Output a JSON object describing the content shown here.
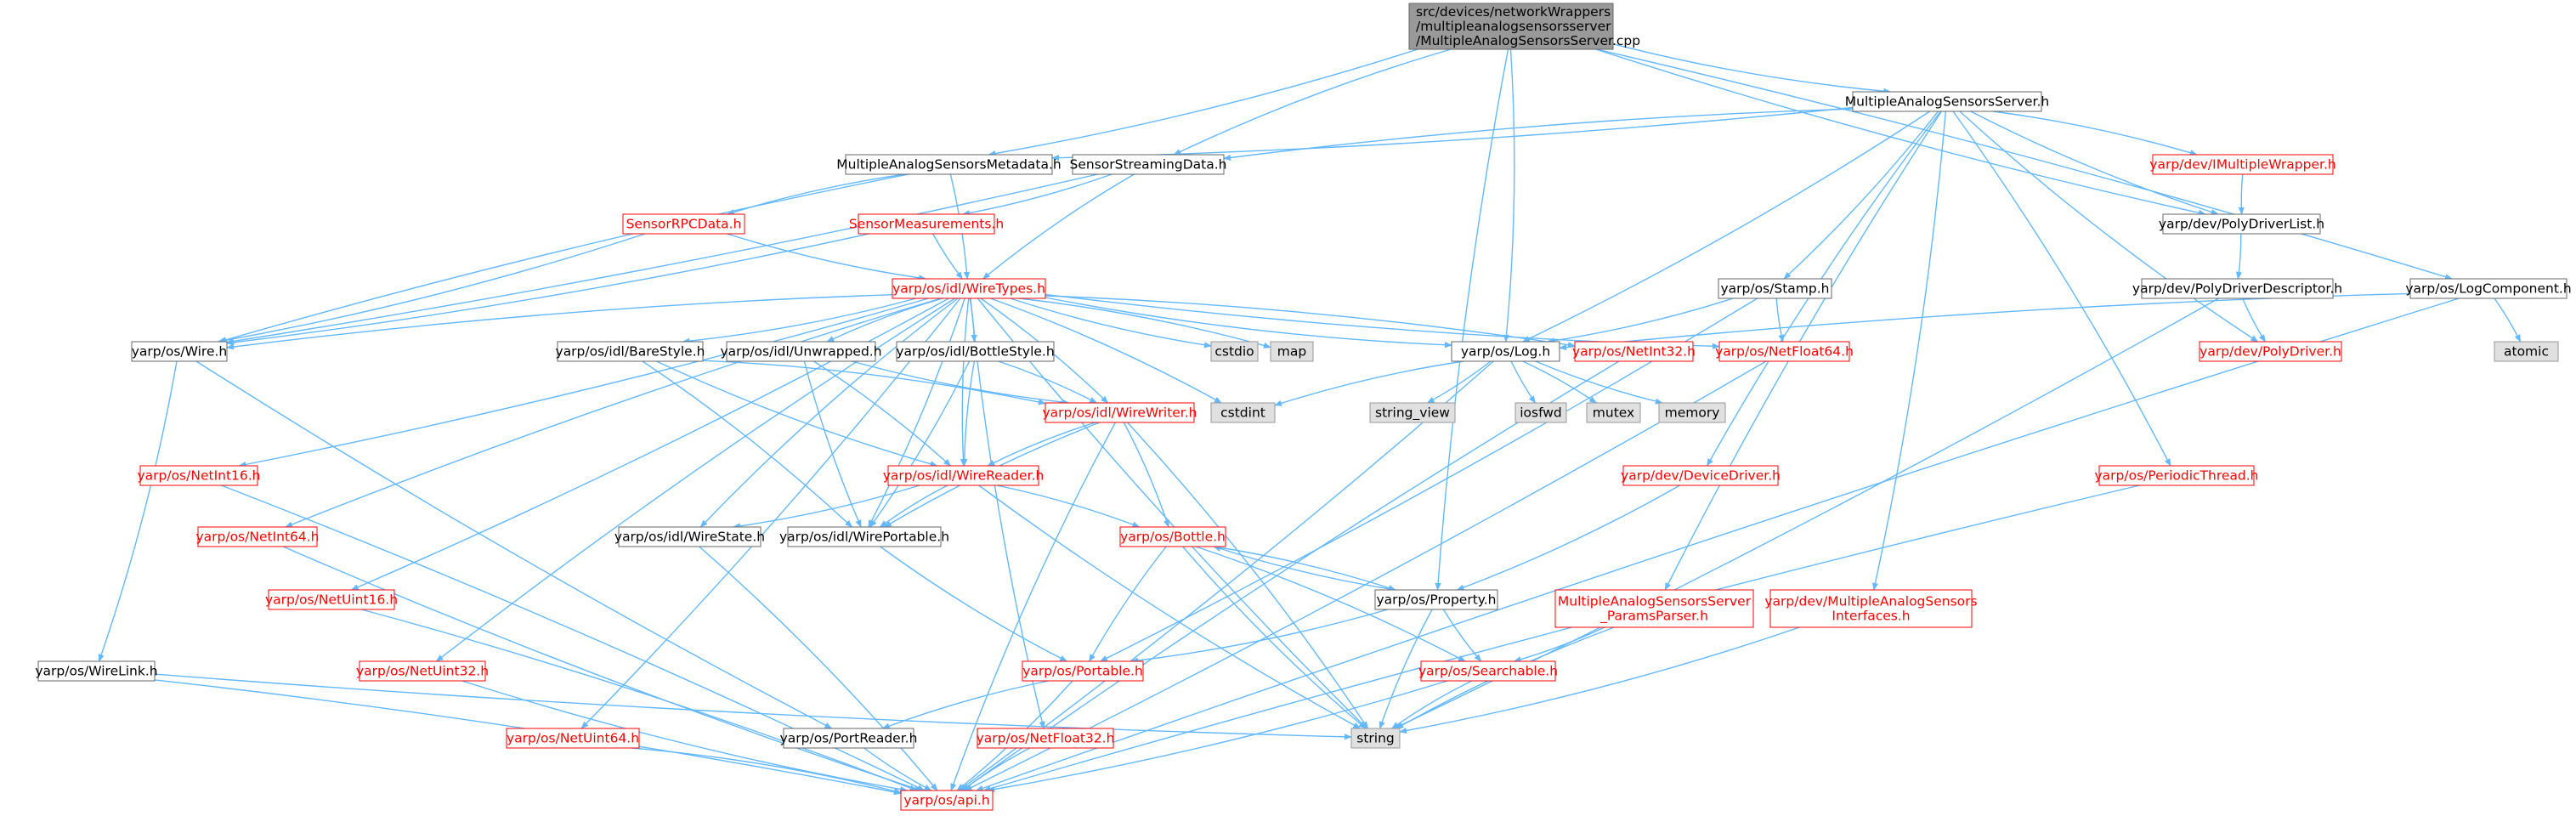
{
  "diagram": {
    "colors": {
      "edge": "#63b8ff",
      "root_fill": "#999999",
      "root_border": "#666666",
      "red_border": "#ff0000",
      "red_text": "#ff0000",
      "normal_border": "#666666",
      "normal_text": "#000000",
      "system_fill": "#e0e0e0",
      "system_border": "#999999",
      "system_text": "#000000",
      "white_fill": "#ffffff"
    },
    "nodes": [
      {
        "id": "root",
        "kind": "root",
        "lines": [
          "src/devices/networkWrappers",
          "/multipleanalogsensorsserver",
          "/MultipleAnalogSensorsServer.cpp"
        ]
      },
      {
        "id": "masserver",
        "kind": "normal",
        "lines": [
          "MultipleAnalogSensorsServer.h"
        ]
      },
      {
        "id": "masmeta",
        "kind": "normal",
        "lines": [
          "MultipleAnalogSensorsMetadata.h"
        ]
      },
      {
        "id": "ssd",
        "kind": "normal",
        "lines": [
          "SensorStreamingData.h"
        ]
      },
      {
        "id": "imw",
        "kind": "red",
        "lines": [
          "yarp/dev/IMultipleWrapper.h"
        ]
      },
      {
        "id": "pdl",
        "kind": "normal",
        "lines": [
          "yarp/dev/PolyDriverList.h"
        ]
      },
      {
        "id": "rpc",
        "kind": "red",
        "lines": [
          "SensorRPCData.h"
        ]
      },
      {
        "id": "meas",
        "kind": "red",
        "lines": [
          "SensorMeasurements.h"
        ]
      },
      {
        "id": "wiretypes",
        "kind": "red",
        "lines": [
          "yarp/os/idl/WireTypes.h"
        ]
      },
      {
        "id": "stamp",
        "kind": "normal",
        "lines": [
          "yarp/os/Stamp.h"
        ]
      },
      {
        "id": "pdd",
        "kind": "normal",
        "lines": [
          "yarp/dev/PolyDriverDescriptor.h"
        ]
      },
      {
        "id": "logcomp",
        "kind": "normal",
        "lines": [
          "yarp/os/LogComponent.h"
        ]
      },
      {
        "id": "wire",
        "kind": "normal",
        "lines": [
          "yarp/os/Wire.h"
        ]
      },
      {
        "id": "barestyle",
        "kind": "normal",
        "lines": [
          "yarp/os/idl/BareStyle.h"
        ]
      },
      {
        "id": "unwrapped",
        "kind": "normal",
        "lines": [
          "yarp/os/idl/Unwrapped.h"
        ]
      },
      {
        "id": "bottlestyle",
        "kind": "normal",
        "lines": [
          "yarp/os/idl/BottleStyle.h"
        ]
      },
      {
        "id": "cstdio",
        "kind": "system",
        "lines": [
          "cstdio"
        ]
      },
      {
        "id": "map",
        "kind": "system",
        "lines": [
          "map"
        ]
      },
      {
        "id": "log",
        "kind": "normal",
        "lines": [
          "yarp/os/Log.h"
        ]
      },
      {
        "id": "netint32",
        "kind": "red",
        "lines": [
          "yarp/os/NetInt32.h"
        ]
      },
      {
        "id": "netfloat64",
        "kind": "red",
        "lines": [
          "yarp/os/NetFloat64.h"
        ]
      },
      {
        "id": "polydriver",
        "kind": "red",
        "lines": [
          "yarp/dev/PolyDriver.h"
        ]
      },
      {
        "id": "atomic",
        "kind": "system",
        "lines": [
          "atomic"
        ]
      },
      {
        "id": "wirewriter",
        "kind": "red",
        "lines": [
          "yarp/os/idl/WireWriter.h"
        ]
      },
      {
        "id": "cstdint",
        "kind": "system",
        "lines": [
          "cstdint"
        ]
      },
      {
        "id": "string_view",
        "kind": "system",
        "lines": [
          "string_view"
        ]
      },
      {
        "id": "iosfwd",
        "kind": "system",
        "lines": [
          "iosfwd"
        ]
      },
      {
        "id": "mutex",
        "kind": "system",
        "lines": [
          "mutex"
        ]
      },
      {
        "id": "memory",
        "kind": "system",
        "lines": [
          "memory"
        ]
      },
      {
        "id": "netint16",
        "kind": "red",
        "lines": [
          "yarp/os/NetInt16.h"
        ]
      },
      {
        "id": "wirereader",
        "kind": "red",
        "lines": [
          "yarp/os/idl/WireReader.h"
        ]
      },
      {
        "id": "devdriver",
        "kind": "red",
        "lines": [
          "yarp/dev/DeviceDriver.h"
        ]
      },
      {
        "id": "periodic",
        "kind": "red",
        "lines": [
          "yarp/os/PeriodicThread.h"
        ]
      },
      {
        "id": "netint64",
        "kind": "red",
        "lines": [
          "yarp/os/NetInt64.h"
        ]
      },
      {
        "id": "wirestate",
        "kind": "normal",
        "lines": [
          "yarp/os/idl/WireState.h"
        ]
      },
      {
        "id": "wireportable",
        "kind": "normal",
        "lines": [
          "yarp/os/idl/WirePortable.h"
        ]
      },
      {
        "id": "bottle",
        "kind": "red",
        "lines": [
          "yarp/os/Bottle.h"
        ]
      },
      {
        "id": "netuint16",
        "kind": "red",
        "lines": [
          "yarp/os/NetUint16.h"
        ]
      },
      {
        "id": "property",
        "kind": "normal",
        "lines": [
          "yarp/os/Property.h"
        ]
      },
      {
        "id": "paramsparser",
        "kind": "red",
        "lines": [
          "MultipleAnalogSensorsServer",
          "_ParamsParser.h"
        ]
      },
      {
        "id": "masinterfaces",
        "kind": "red",
        "lines": [
          "yarp/dev/MultipleAnalogSensors",
          "Interfaces.h"
        ]
      },
      {
        "id": "wirelink",
        "kind": "normal",
        "lines": [
          "yarp/os/WireLink.h"
        ]
      },
      {
        "id": "netuint32",
        "kind": "red",
        "lines": [
          "yarp/os/NetUint32.h"
        ]
      },
      {
        "id": "portable",
        "kind": "red",
        "lines": [
          "yarp/os/Portable.h"
        ]
      },
      {
        "id": "searchable",
        "kind": "red",
        "lines": [
          "yarp/os/Searchable.h"
        ]
      },
      {
        "id": "string",
        "kind": "system",
        "lines": [
          "string"
        ]
      },
      {
        "id": "netuint64",
        "kind": "red",
        "lines": [
          "yarp/os/NetUint64.h"
        ]
      },
      {
        "id": "portreader",
        "kind": "normal",
        "lines": [
          "yarp/os/PortReader.h"
        ]
      },
      {
        "id": "netfloat32",
        "kind": "red",
        "lines": [
          "yarp/os/NetFloat32.h"
        ]
      },
      {
        "id": "api",
        "kind": "red",
        "lines": [
          "yarp/os/api.h"
        ]
      }
    ],
    "edges": [
      [
        "root",
        "masserver"
      ],
      [
        "root",
        "masmeta"
      ],
      [
        "root",
        "ssd"
      ],
      [
        "root",
        "log"
      ],
      [
        "root",
        "property"
      ],
      [
        "root",
        "logcomp"
      ],
      [
        "root",
        "pdl"
      ],
      [
        "masserver",
        "masmeta"
      ],
      [
        "masserver",
        "ssd"
      ],
      [
        "masserver",
        "imw"
      ],
      [
        "masserver",
        "pdl"
      ],
      [
        "masserver",
        "stamp"
      ],
      [
        "masserver",
        "polydriver"
      ],
      [
        "masserver",
        "log"
      ],
      [
        "masserver",
        "devdriver"
      ],
      [
        "masserver",
        "periodic"
      ],
      [
        "masserver",
        "paramsparser"
      ],
      [
        "masserver",
        "masinterfaces"
      ],
      [
        "masmeta",
        "rpc"
      ],
      [
        "masmeta",
        "wiretypes"
      ],
      [
        "masmeta",
        "wire"
      ],
      [
        "ssd",
        "meas"
      ],
      [
        "ssd",
        "wiretypes"
      ],
      [
        "ssd",
        "wire"
      ],
      [
        "imw",
        "pdl"
      ],
      [
        "pdl",
        "pdd"
      ],
      [
        "pdd",
        "polydriver"
      ],
      [
        "pdd",
        "string"
      ],
      [
        "rpc",
        "wiretypes"
      ],
      [
        "rpc",
        "wire"
      ],
      [
        "meas",
        "wiretypes"
      ],
      [
        "meas",
        "wire"
      ],
      [
        "wiretypes",
        "wire"
      ],
      [
        "wiretypes",
        "barestyle"
      ],
      [
        "wiretypes",
        "unwrapped"
      ],
      [
        "wiretypes",
        "bottlestyle"
      ],
      [
        "wiretypes",
        "cstdio"
      ],
      [
        "wiretypes",
        "map"
      ],
      [
        "wiretypes",
        "log"
      ],
      [
        "wiretypes",
        "netint32"
      ],
      [
        "wiretypes",
        "netfloat64"
      ],
      [
        "wiretypes",
        "wirewriter"
      ],
      [
        "wiretypes",
        "wirereader"
      ],
      [
        "wiretypes",
        "cstdint"
      ],
      [
        "wiretypes",
        "string"
      ],
      [
        "wiretypes",
        "netint16"
      ],
      [
        "wiretypes",
        "netint64"
      ],
      [
        "wiretypes",
        "netuint16"
      ],
      [
        "wiretypes",
        "netuint32"
      ],
      [
        "wiretypes",
        "netuint64"
      ],
      [
        "wiretypes",
        "wirestate"
      ],
      [
        "wiretypes",
        "wireportable"
      ],
      [
        "wiretypes",
        "netfloat32"
      ],
      [
        "stamp",
        "log"
      ],
      [
        "stamp",
        "netfloat64"
      ],
      [
        "stamp",
        "portable"
      ],
      [
        "logcomp",
        "log"
      ],
      [
        "logcomp",
        "atomic"
      ],
      [
        "logcomp",
        "api"
      ],
      [
        "wire",
        "wirelink"
      ],
      [
        "wire",
        "portreader"
      ],
      [
        "barestyle",
        "wirewriter"
      ],
      [
        "barestyle",
        "wirereader"
      ],
      [
        "barestyle",
        "wireportable"
      ],
      [
        "unwrapped",
        "wirewriter"
      ],
      [
        "unwrapped",
        "wirereader"
      ],
      [
        "unwrapped",
        "wireportable"
      ],
      [
        "bottlestyle",
        "wirewriter"
      ],
      [
        "bottlestyle",
        "wirereader"
      ],
      [
        "bottlestyle",
        "wireportable"
      ],
      [
        "log",
        "cstdint"
      ],
      [
        "log",
        "string_view"
      ],
      [
        "log",
        "iosfwd"
      ],
      [
        "log",
        "mutex"
      ],
      [
        "log",
        "memory"
      ],
      [
        "log",
        "api"
      ],
      [
        "netint32",
        "api"
      ],
      [
        "netfloat64",
        "api"
      ],
      [
        "wirewriter",
        "wirereader"
      ],
      [
        "wirewriter",
        "bottle"
      ],
      [
        "wirewriter",
        "wireportable"
      ],
      [
        "wirewriter",
        "string"
      ],
      [
        "wirewriter",
        "api"
      ],
      [
        "wirereader",
        "wirestate"
      ],
      [
        "wirereader",
        "wireportable"
      ],
      [
        "wirereader",
        "bottle"
      ],
      [
        "wirereader",
        "string"
      ],
      [
        "netint16",
        "api"
      ],
      [
        "netint64",
        "api"
      ],
      [
        "netuint16",
        "api"
      ],
      [
        "netuint32",
        "api"
      ],
      [
        "netuint64",
        "api"
      ],
      [
        "netfloat32",
        "api"
      ],
      [
        "devdriver",
        "property"
      ],
      [
        "periodic",
        "api"
      ],
      [
        "wirestate",
        "api"
      ],
      [
        "wireportable",
        "portable"
      ],
      [
        "bottle",
        "property"
      ],
      [
        "bottle",
        "portable"
      ],
      [
        "bottle",
        "searchable"
      ],
      [
        "bottle",
        "string"
      ],
      [
        "property",
        "bottle"
      ],
      [
        "property",
        "searchable"
      ],
      [
        "property",
        "portable"
      ],
      [
        "property",
        "string"
      ],
      [
        "paramsparser",
        "searchable"
      ],
      [
        "paramsparser",
        "string"
      ],
      [
        "masinterfaces",
        "string"
      ],
      [
        "wirelink",
        "string"
      ],
      [
        "wirelink",
        "api"
      ],
      [
        "portable",
        "portreader"
      ],
      [
        "portable",
        "api"
      ],
      [
        "searchable",
        "string"
      ],
      [
        "searchable",
        "api"
      ],
      [
        "portreader",
        "api"
      ]
    ]
  }
}
